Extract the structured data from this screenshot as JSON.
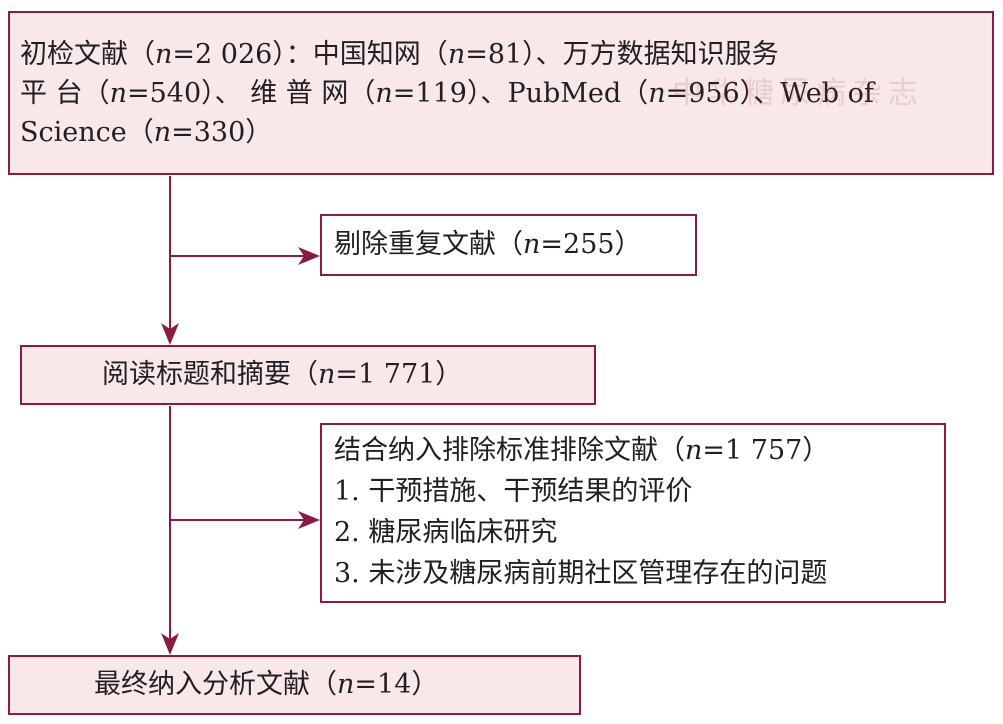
{
  "initial": {
    "line1_text": "初检文献（",
    "line1_n": "n",
    "line1_rest": "=2 026）：中国知网（",
    "line1_n2": "n",
    "line1_rest2": "=81）、万方数据知识服务",
    "line2_text": "平 台（",
    "line2_n": "n",
    "line2_rest": "=540）、 维 普 网（",
    "line2_n2": "n",
    "line2_rest2": "=119）、PubMed（",
    "line2_n3": "n",
    "line2_rest3": "=956）、Web of",
    "line3_text": "Science（",
    "line3_n": "n",
    "line3_rest": "=330）"
  },
  "duplicates": {
    "prefix": "剔除重复文献（",
    "n": "n",
    "suffix": "=255）"
  },
  "screening": {
    "prefix": "阅读标题和摘要（",
    "n": "n",
    "suffix": "=1 771）"
  },
  "exclusion": {
    "prefix": "结合纳入排除标准排除文献（",
    "n": "n",
    "suffix": "=1 757）",
    "reasons": [
      "1. 干预措施、干预结果的评价",
      "2. 糖尿病临床研究",
      "3. 未涉及糖尿病前期社区管理存在的问题"
    ]
  },
  "included": {
    "prefix": "最终纳入分析文献（",
    "n": "n",
    "suffix": "=14）"
  },
  "watermark": "中华糖尿病杂志",
  "colors": {
    "border": "#8a1c3f",
    "pink_fill": "#f8e8ea"
  }
}
